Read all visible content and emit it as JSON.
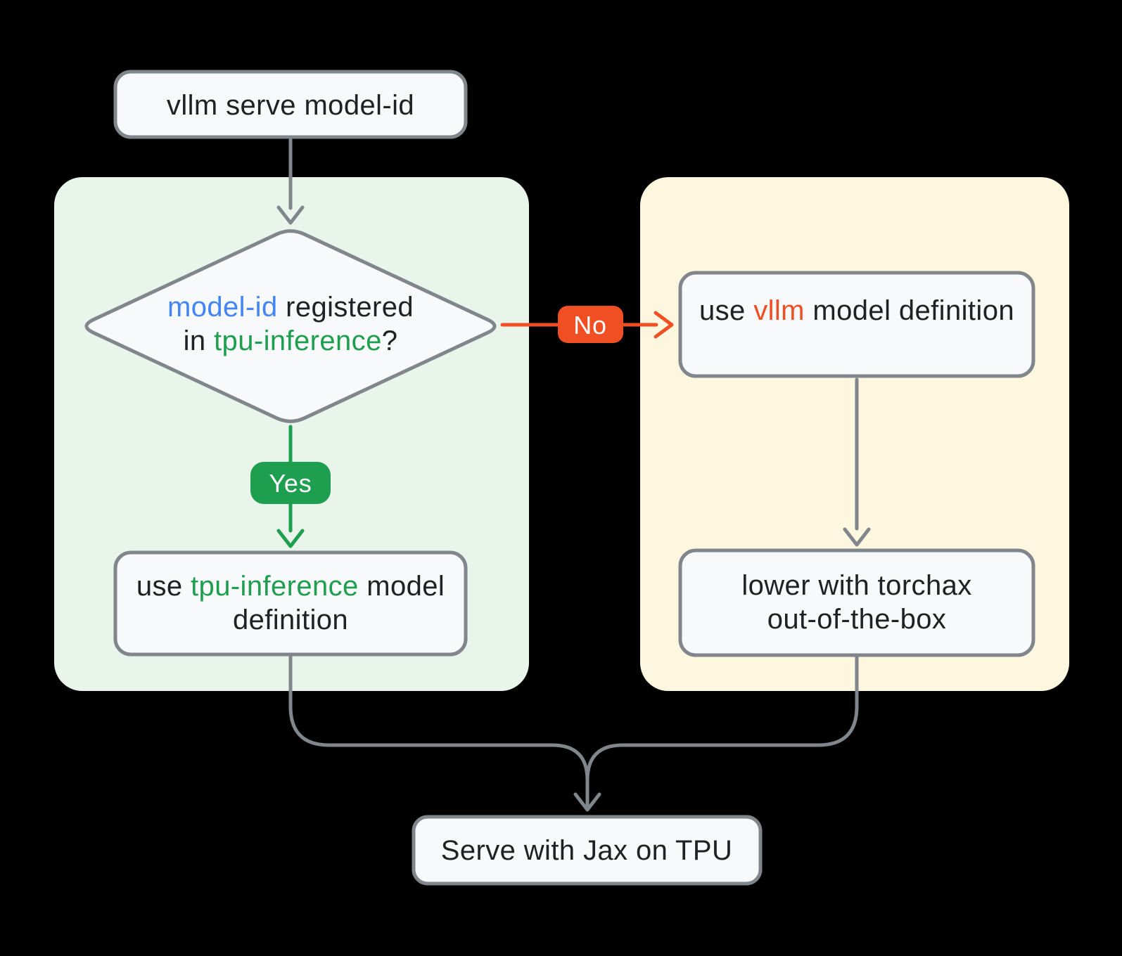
{
  "palette": {
    "background": "#000000",
    "node_fill": "#F8F9FA",
    "node_border": "#80868B",
    "connector_gray": "#80868B",
    "green_panel": "#E9F4EA",
    "yellow_panel": "#FDF7E0",
    "green_accent": "#1E9E4F",
    "blue_accent": "#4285F4",
    "red_accent": "#F04E23",
    "ink": "#202124",
    "badge_ink": "#FFFFFF"
  },
  "flowchart": {
    "start": {
      "label": "vllm serve model-id"
    },
    "decision": {
      "model_id": "model-id",
      "registered": " registered",
      "in_word": "in ",
      "tpu_inference": "tpu-inference",
      "question_mark": "?"
    },
    "yes_branch": {
      "badge": "Yes",
      "use_word": "use ",
      "highlight": "tpu-inference",
      "rest_line1": " model",
      "line2": "definition"
    },
    "no_branch": {
      "badge": "No",
      "use_word": "use ",
      "highlight": "vllm",
      "rest": " model definition",
      "next_line1": "lower with torchax",
      "next_line2": "out-of-the-box"
    },
    "end": {
      "label": "Serve with Jax on TPU"
    }
  }
}
